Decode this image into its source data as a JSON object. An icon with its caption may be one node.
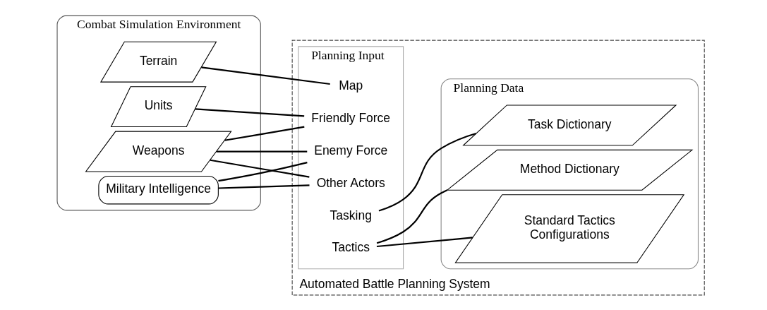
{
  "diagram": {
    "nodes": [
      {
        "text": [
          "Combat Simulation Environment"
        ]
      },
      {
        "text": [
          "Terrain"
        ],
        "in": 0
      },
      {
        "text": [
          "Units"
        ],
        "in": 0
      },
      {
        "text": [
          "Weapons"
        ],
        "in": 0
      },
      {
        "text": [
          "Military Intelligence"
        ],
        "in": 0
      },
      {
        "text": [
          "Automated Battle Planning System"
        ]
      },
      {
        "text": [
          "Planning Input"
        ],
        "in": 5
      },
      {
        "text": [
          "Map"
        ],
        "in": 6
      },
      {
        "text": [
          "Friendly Force"
        ],
        "in": 6
      },
      {
        "text": [
          "Enemy Force"
        ],
        "in": 6
      },
      {
        "text": [
          "Other Actors"
        ],
        "in": 6
      },
      {
        "text": [
          "Tasking"
        ],
        "in": 6
      },
      {
        "text": [
          "Tactics"
        ],
        "in": 6
      },
      {
        "text": [
          "Planning Data"
        ],
        "in": 5
      },
      {
        "text": [
          "Task Dictionary"
        ],
        "in": 13
      },
      {
        "text": [
          "Method Dictionary"
        ],
        "in": 13
      },
      {
        "text": [
          "Standard Tactics Configurations"
        ],
        "in": 13
      }
    ],
    "edges": [
      {
        "from": 1,
        "to": 7,
        "arrow": "none"
      },
      {
        "from": 2,
        "to": 8,
        "arrow": "none"
      },
      {
        "from": 3,
        "to": 8,
        "arrow": "none"
      },
      {
        "from": 3,
        "to": 9,
        "arrow": "none"
      },
      {
        "from": 3,
        "to": 10,
        "arrow": "none"
      },
      {
        "from": 4,
        "to": 9,
        "arrow": "none"
      },
      {
        "from": 4,
        "to": 10,
        "arrow": "none"
      },
      {
        "from": 11,
        "to": 14,
        "arrow": "none"
      },
      {
        "from": 12,
        "to": 15,
        "arrow": "none"
      },
      {
        "from": 12,
        "to": 16,
        "arrow": "none"
      }
    ]
  }
}
